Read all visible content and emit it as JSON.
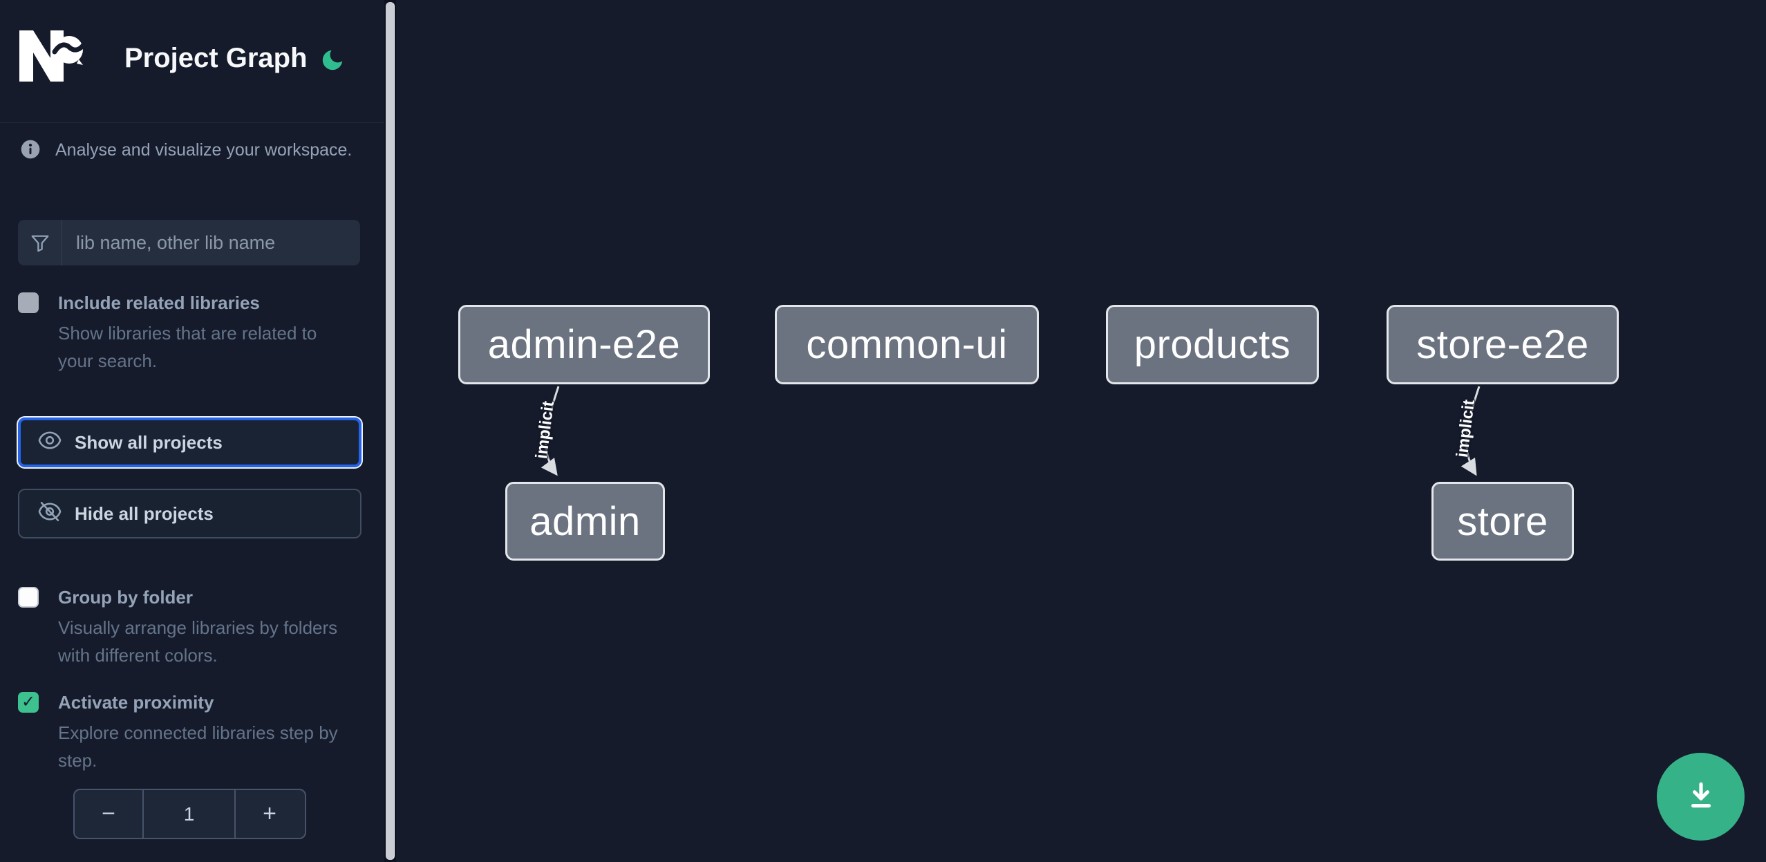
{
  "app": {
    "title": "Project Graph"
  },
  "sidebar": {
    "tagline": "Analyse and visualize your workspace.",
    "search_placeholder": "lib name, other lib name",
    "options": [
      {
        "label": "Include related libraries",
        "description": "Show libraries that are related to your search.",
        "checked": false
      },
      {
        "label": "Group by folder",
        "description": "Visually arrange libraries by folders with different colors.",
        "checked": false
      },
      {
        "label": "Activate proximity",
        "description": "Explore connected libraries step by step.",
        "checked": true,
        "checkmark": "✓"
      }
    ],
    "show_all_label": "Show all projects",
    "hide_all_label": "Hide all projects",
    "stepper": {
      "decrement": "−",
      "value": "1",
      "increment": "+"
    }
  },
  "graph": {
    "nodes": [
      {
        "id": "admin-e2e",
        "label": "admin-e2e"
      },
      {
        "id": "common-ui",
        "label": "common-ui"
      },
      {
        "id": "products",
        "label": "products"
      },
      {
        "id": "store-e2e",
        "label": "store-e2e"
      },
      {
        "id": "admin",
        "label": "admin"
      },
      {
        "id": "store",
        "label": "store"
      }
    ],
    "edges": [
      {
        "source": "admin-e2e",
        "target": "admin",
        "label": "implicit",
        "type": "implicit"
      },
      {
        "source": "store-e2e",
        "target": "store",
        "label": "implicit",
        "type": "implicit"
      }
    ]
  },
  "colors": {
    "background": "#151b2a",
    "accent_green": "#36b289",
    "focus_blue": "#2563eb",
    "node_fill": "#6b7280",
    "node_border": "#e3e6ea",
    "edge": "#d9dce1"
  }
}
